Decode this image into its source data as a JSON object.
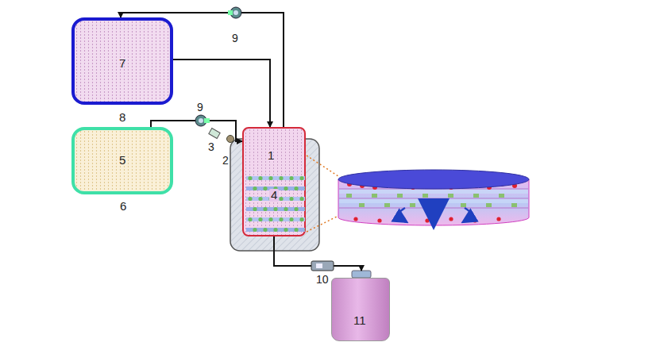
{
  "diagram": {
    "nodes": [
      {
        "text": [
          "7",
          "8"
        ]
      },
      {
        "text": [
          "5",
          "6"
        ]
      },
      {
        "text": [
          "1"
        ]
      },
      {
        "text": [
          "4"
        ],
        "in": 2
      },
      {
        "text": [
          "11"
        ]
      }
    ],
    "edges": [
      {
        "from": 0,
        "to": 2,
        "arrow": "to"
      },
      {
        "from": 2,
        "to": 0,
        "arrow": "to"
      },
      {
        "from": 1,
        "to": 2,
        "arrow": "to"
      },
      {
        "from": 2,
        "to": 4,
        "arrow": "to"
      }
    ],
    "labels": [
      "9",
      "9",
      "3",
      "2",
      "10"
    ]
  }
}
